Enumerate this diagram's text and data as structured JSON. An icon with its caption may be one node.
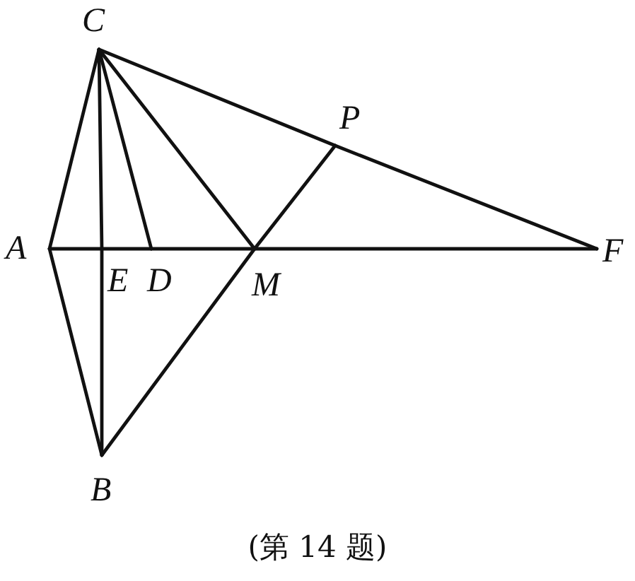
{
  "diagram": {
    "caption": "(第 14 题)",
    "nodes": [
      {
        "text": [
          "C"
        ]
      },
      {
        "text": [
          "P"
        ]
      },
      {
        "text": [
          "A"
        ]
      },
      {
        "text": [
          "E"
        ]
      },
      {
        "text": [
          "D"
        ]
      },
      {
        "text": [
          "M"
        ]
      },
      {
        "text": [
          "F"
        ]
      },
      {
        "text": [
          "B"
        ]
      }
    ],
    "edges": [
      {
        "from": 0,
        "to": 2,
        "arrow": "none"
      },
      {
        "from": 0,
        "to": 3,
        "arrow": "none"
      },
      {
        "from": 3,
        "to": 7,
        "arrow": "none"
      },
      {
        "from": 0,
        "to": 4,
        "arrow": "none"
      },
      {
        "from": 0,
        "to": 5,
        "arrow": "none"
      },
      {
        "from": 0,
        "to": 1,
        "arrow": "none"
      },
      {
        "from": 1,
        "to": 6,
        "arrow": "none"
      },
      {
        "from": 2,
        "to": 3,
        "arrow": "none"
      },
      {
        "from": 3,
        "to": 4,
        "arrow": "none"
      },
      {
        "from": 4,
        "to": 5,
        "arrow": "none"
      },
      {
        "from": 5,
        "to": 6,
        "arrow": "none"
      },
      {
        "from": 2,
        "to": 7,
        "arrow": "none"
      },
      {
        "from": 7,
        "to": 5,
        "arrow": "none"
      },
      {
        "from": 5,
        "to": 1,
        "arrow": "none"
      }
    ]
  }
}
